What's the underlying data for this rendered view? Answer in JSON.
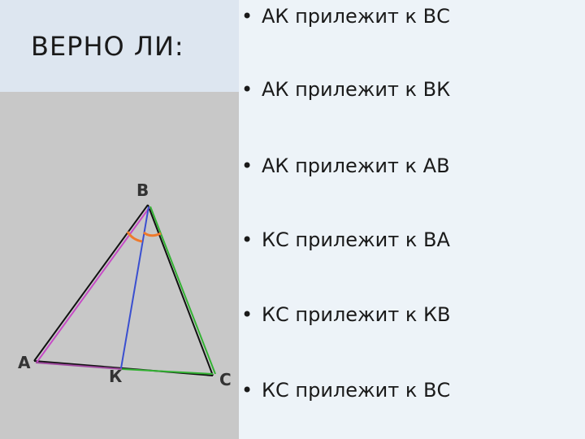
{
  "slide": {
    "title": "ВЕРНО ЛИ:",
    "statements": [
      {
        "bullet": "•",
        "text": "АК прилежит к ВС"
      },
      {
        "bullet": "•",
        "text": " АК прилежит к ВК"
      },
      {
        "bullet": "•",
        "text": "АК прилежит к АВ"
      },
      {
        "bullet": "•",
        "text": "КС прилежит к ВА"
      },
      {
        "bullet": "•",
        "text": "КС прилежит к КВ"
      },
      {
        "bullet": "•",
        "text": "КС прилежит к ВС"
      }
    ]
  },
  "diagram": {
    "points": {
      "A": "А",
      "B": "В",
      "K": "К",
      "C": "С"
    },
    "colors": {
      "side_AB": "#c64cc6",
      "side_BC": "#33b233",
      "side_AC": "#a04aa0",
      "bisector_BK": "#3a4fd0",
      "angle_marks": "#ee7a2c",
      "outline": "#111111"
    }
  }
}
